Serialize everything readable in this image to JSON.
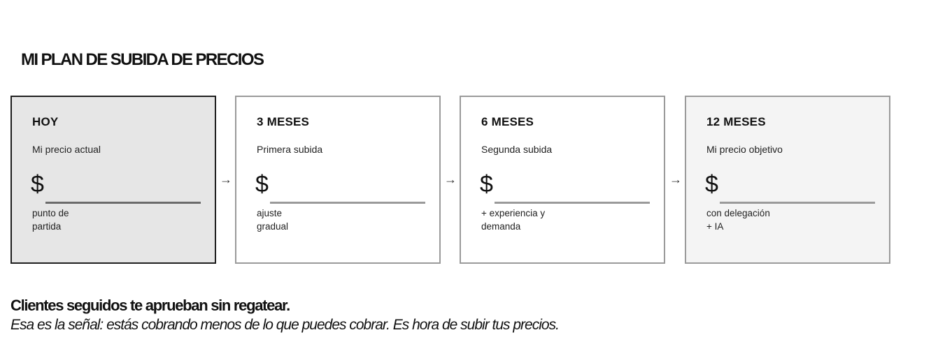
{
  "title": "MI PLAN DE SUBIDA DE PRECIOS",
  "steps": [
    {
      "period": "HOY",
      "subtitle": "Mi precio actual",
      "currency": "$",
      "note": "punto de\npartida"
    },
    {
      "period": "3 MESES",
      "subtitle": "Primera subida",
      "currency": "$",
      "note": "ajuste\ngradual"
    },
    {
      "period": "6 MESES",
      "subtitle": "Segunda subida",
      "currency": "$",
      "note": "+ experiencia y\ndemanda"
    },
    {
      "period": "12 MESES",
      "subtitle": "Mi precio objetivo",
      "currency": "$",
      "note": "con delegación\n+ IA"
    }
  ],
  "arrow_glyph": "→",
  "footer": {
    "headline": "Clientes seguidos te aprueban sin regatear.",
    "tagline": "Esa es la señal: estás cobrando menos de lo que puedes cobrar. Es hora de subir tus precios."
  },
  "colors": {
    "today_bg": "#e6e6e6",
    "today_border": "#1e1e1e",
    "card_border": "#9a9a9a",
    "target_bg": "#f4f4f4"
  }
}
